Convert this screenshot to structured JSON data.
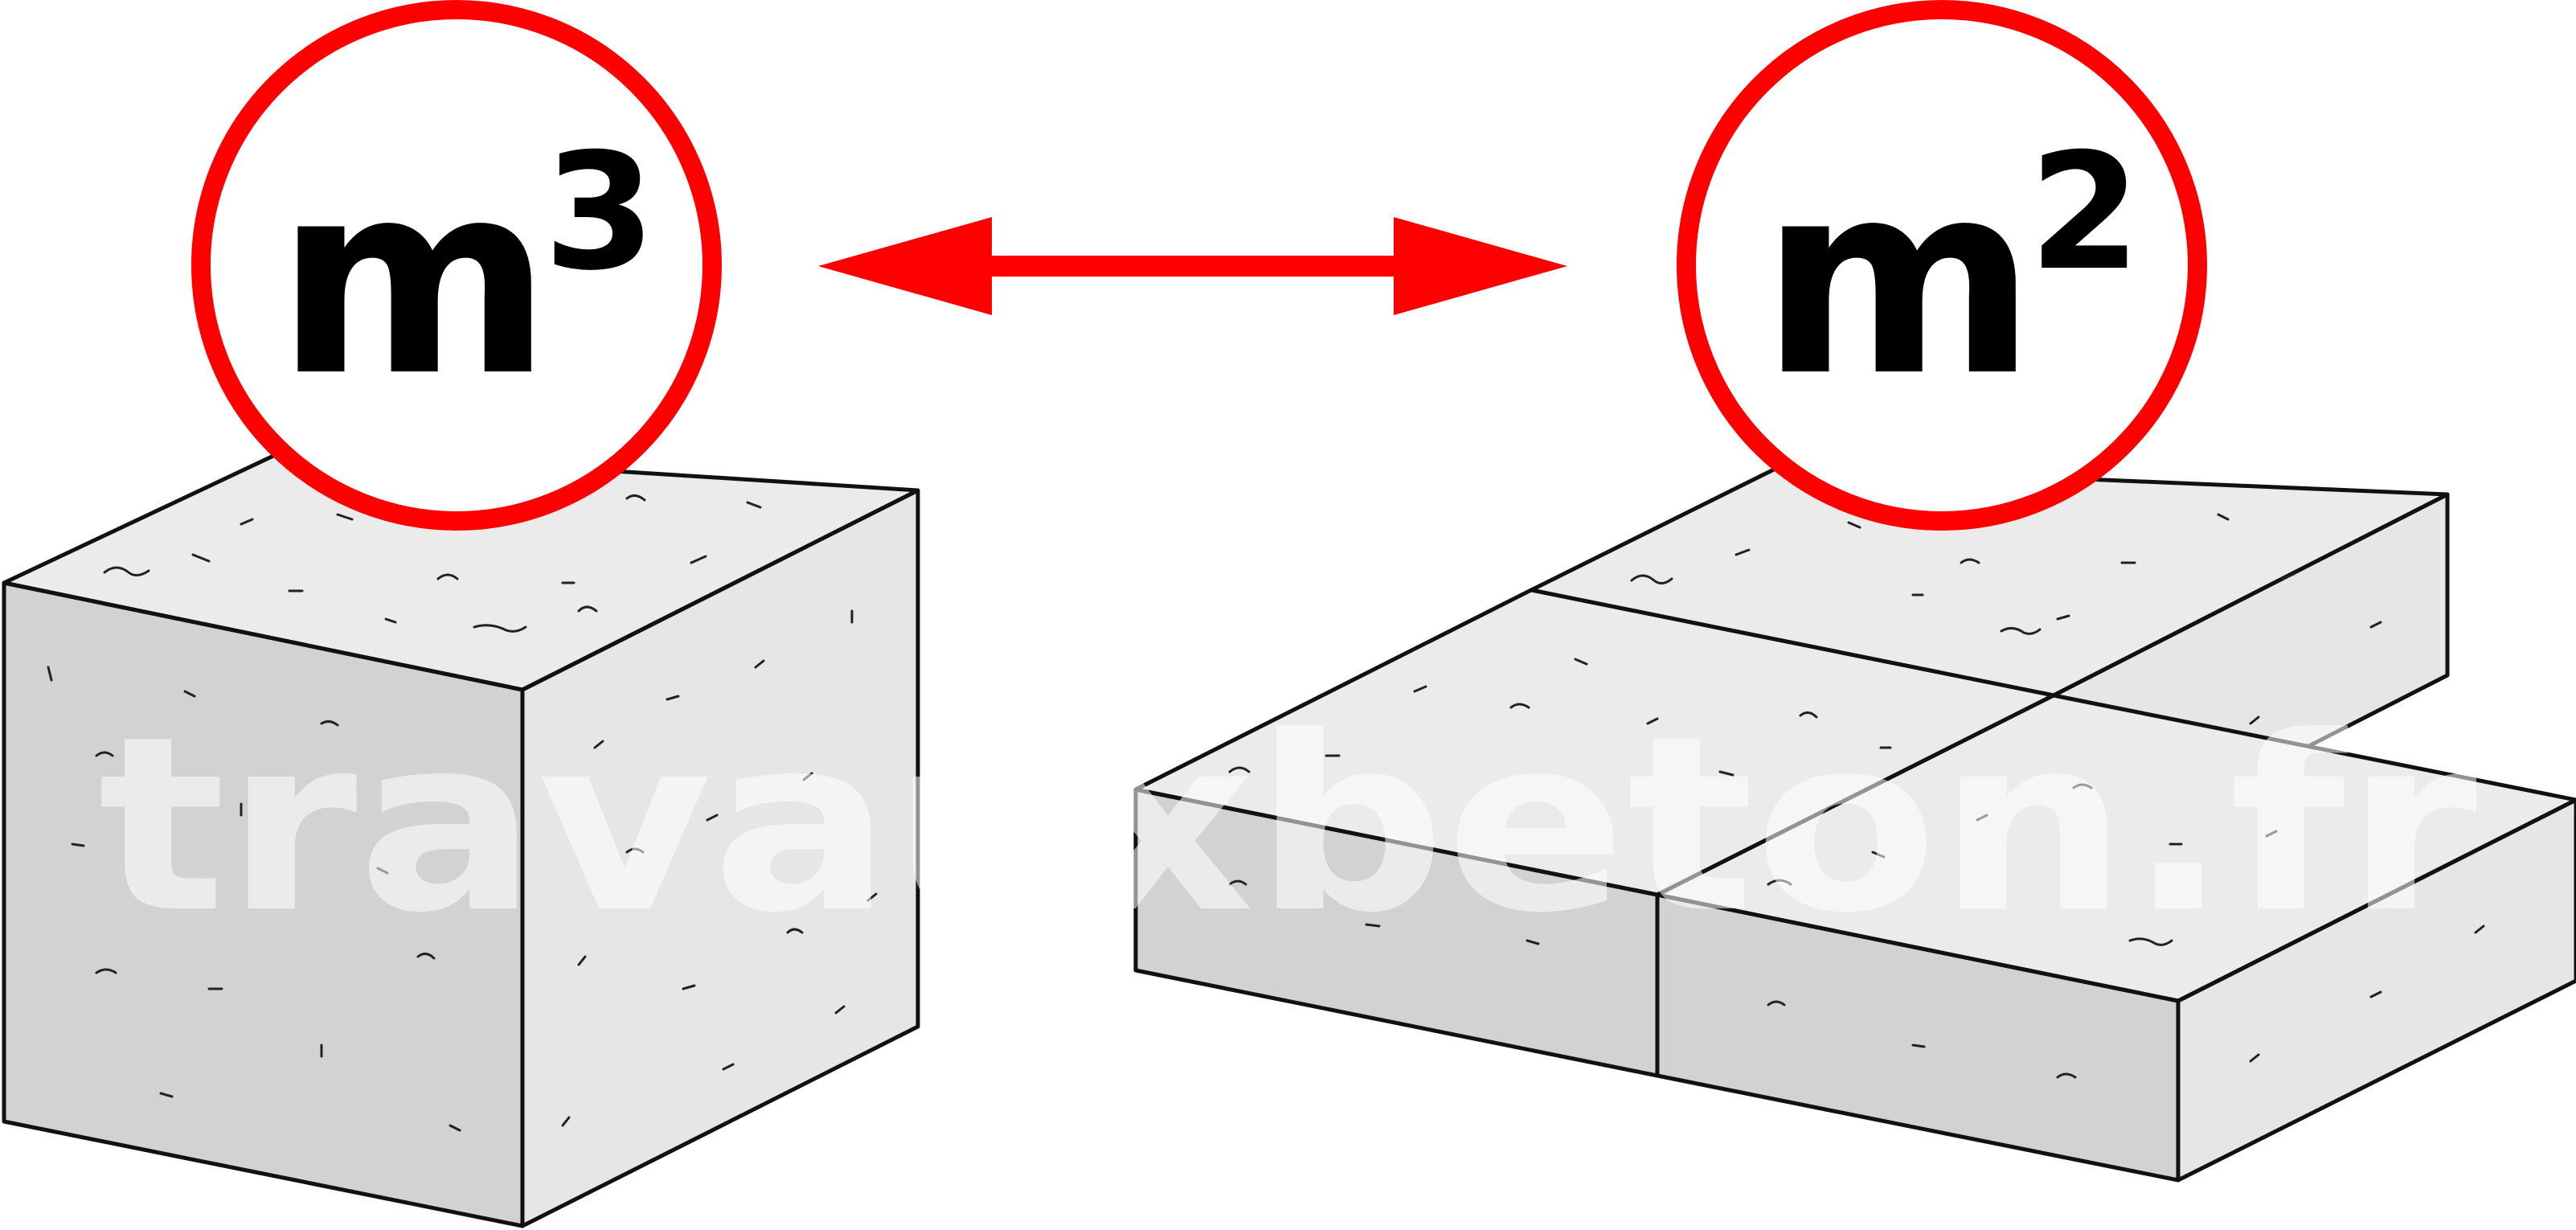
{
  "diagram": {
    "left_unit": {
      "base": "m",
      "exponent": "3"
    },
    "right_unit": {
      "base": "m",
      "exponent": "2"
    },
    "watermark": "travauxbeton.fr",
    "arrow": {
      "direction": "bidirectional"
    },
    "colors": {
      "accent": "#ff0000",
      "concrete_top": "#ebebeb",
      "concrete_front": "#d2d2d2",
      "concrete_side": "#e6e6e6",
      "outline": "#111111"
    },
    "icons": [
      "concrete-cube-icon",
      "concrete-slab-icon",
      "double-arrow-icon"
    ]
  }
}
